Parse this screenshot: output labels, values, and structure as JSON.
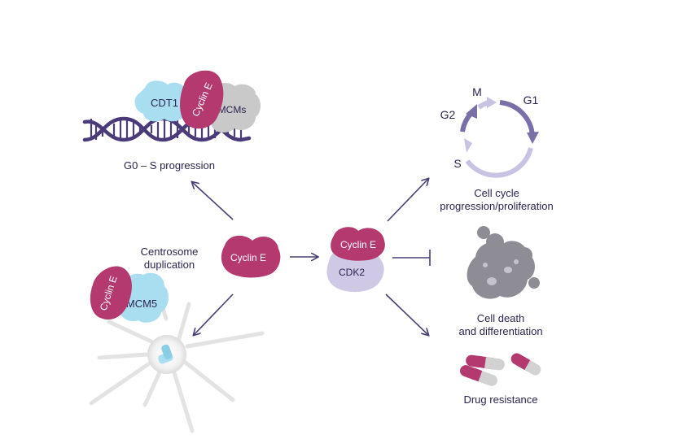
{
  "labels": {
    "g0s": "G0 – S progression",
    "centrosome_line1": "Centrosome",
    "centrosome_line2": "duplication",
    "cell_cycle_line1": "Cell cycle",
    "cell_cycle_line2": "progression/proliferation",
    "death_line1": "Cell death",
    "death_line2": "and differentiation",
    "drug": "Drug resistance"
  },
  "molecules": {
    "cdt1": "CDT1",
    "cyclin_e": "Cyclin E",
    "mcms": "MCMs",
    "mcm5": "MCM5",
    "cdk2": "CDK2"
  },
  "cycle_phases": {
    "m": "M",
    "g1": "G1",
    "g2": "G2",
    "s": "S"
  },
  "colors": {
    "cyclin": "#b3396f",
    "cdt1": "#a9def0",
    "mcms": "#c9c9c9",
    "dna": "#4a3a7a",
    "cdk2": "#cfc9e6",
    "arrow": "#4a3e74",
    "cycle_dark": "#7b6fa8",
    "cycle_light": "#c8c3e2",
    "death_cell": "#8e8c95",
    "centrosome_ray": "#e3e3e3"
  }
}
